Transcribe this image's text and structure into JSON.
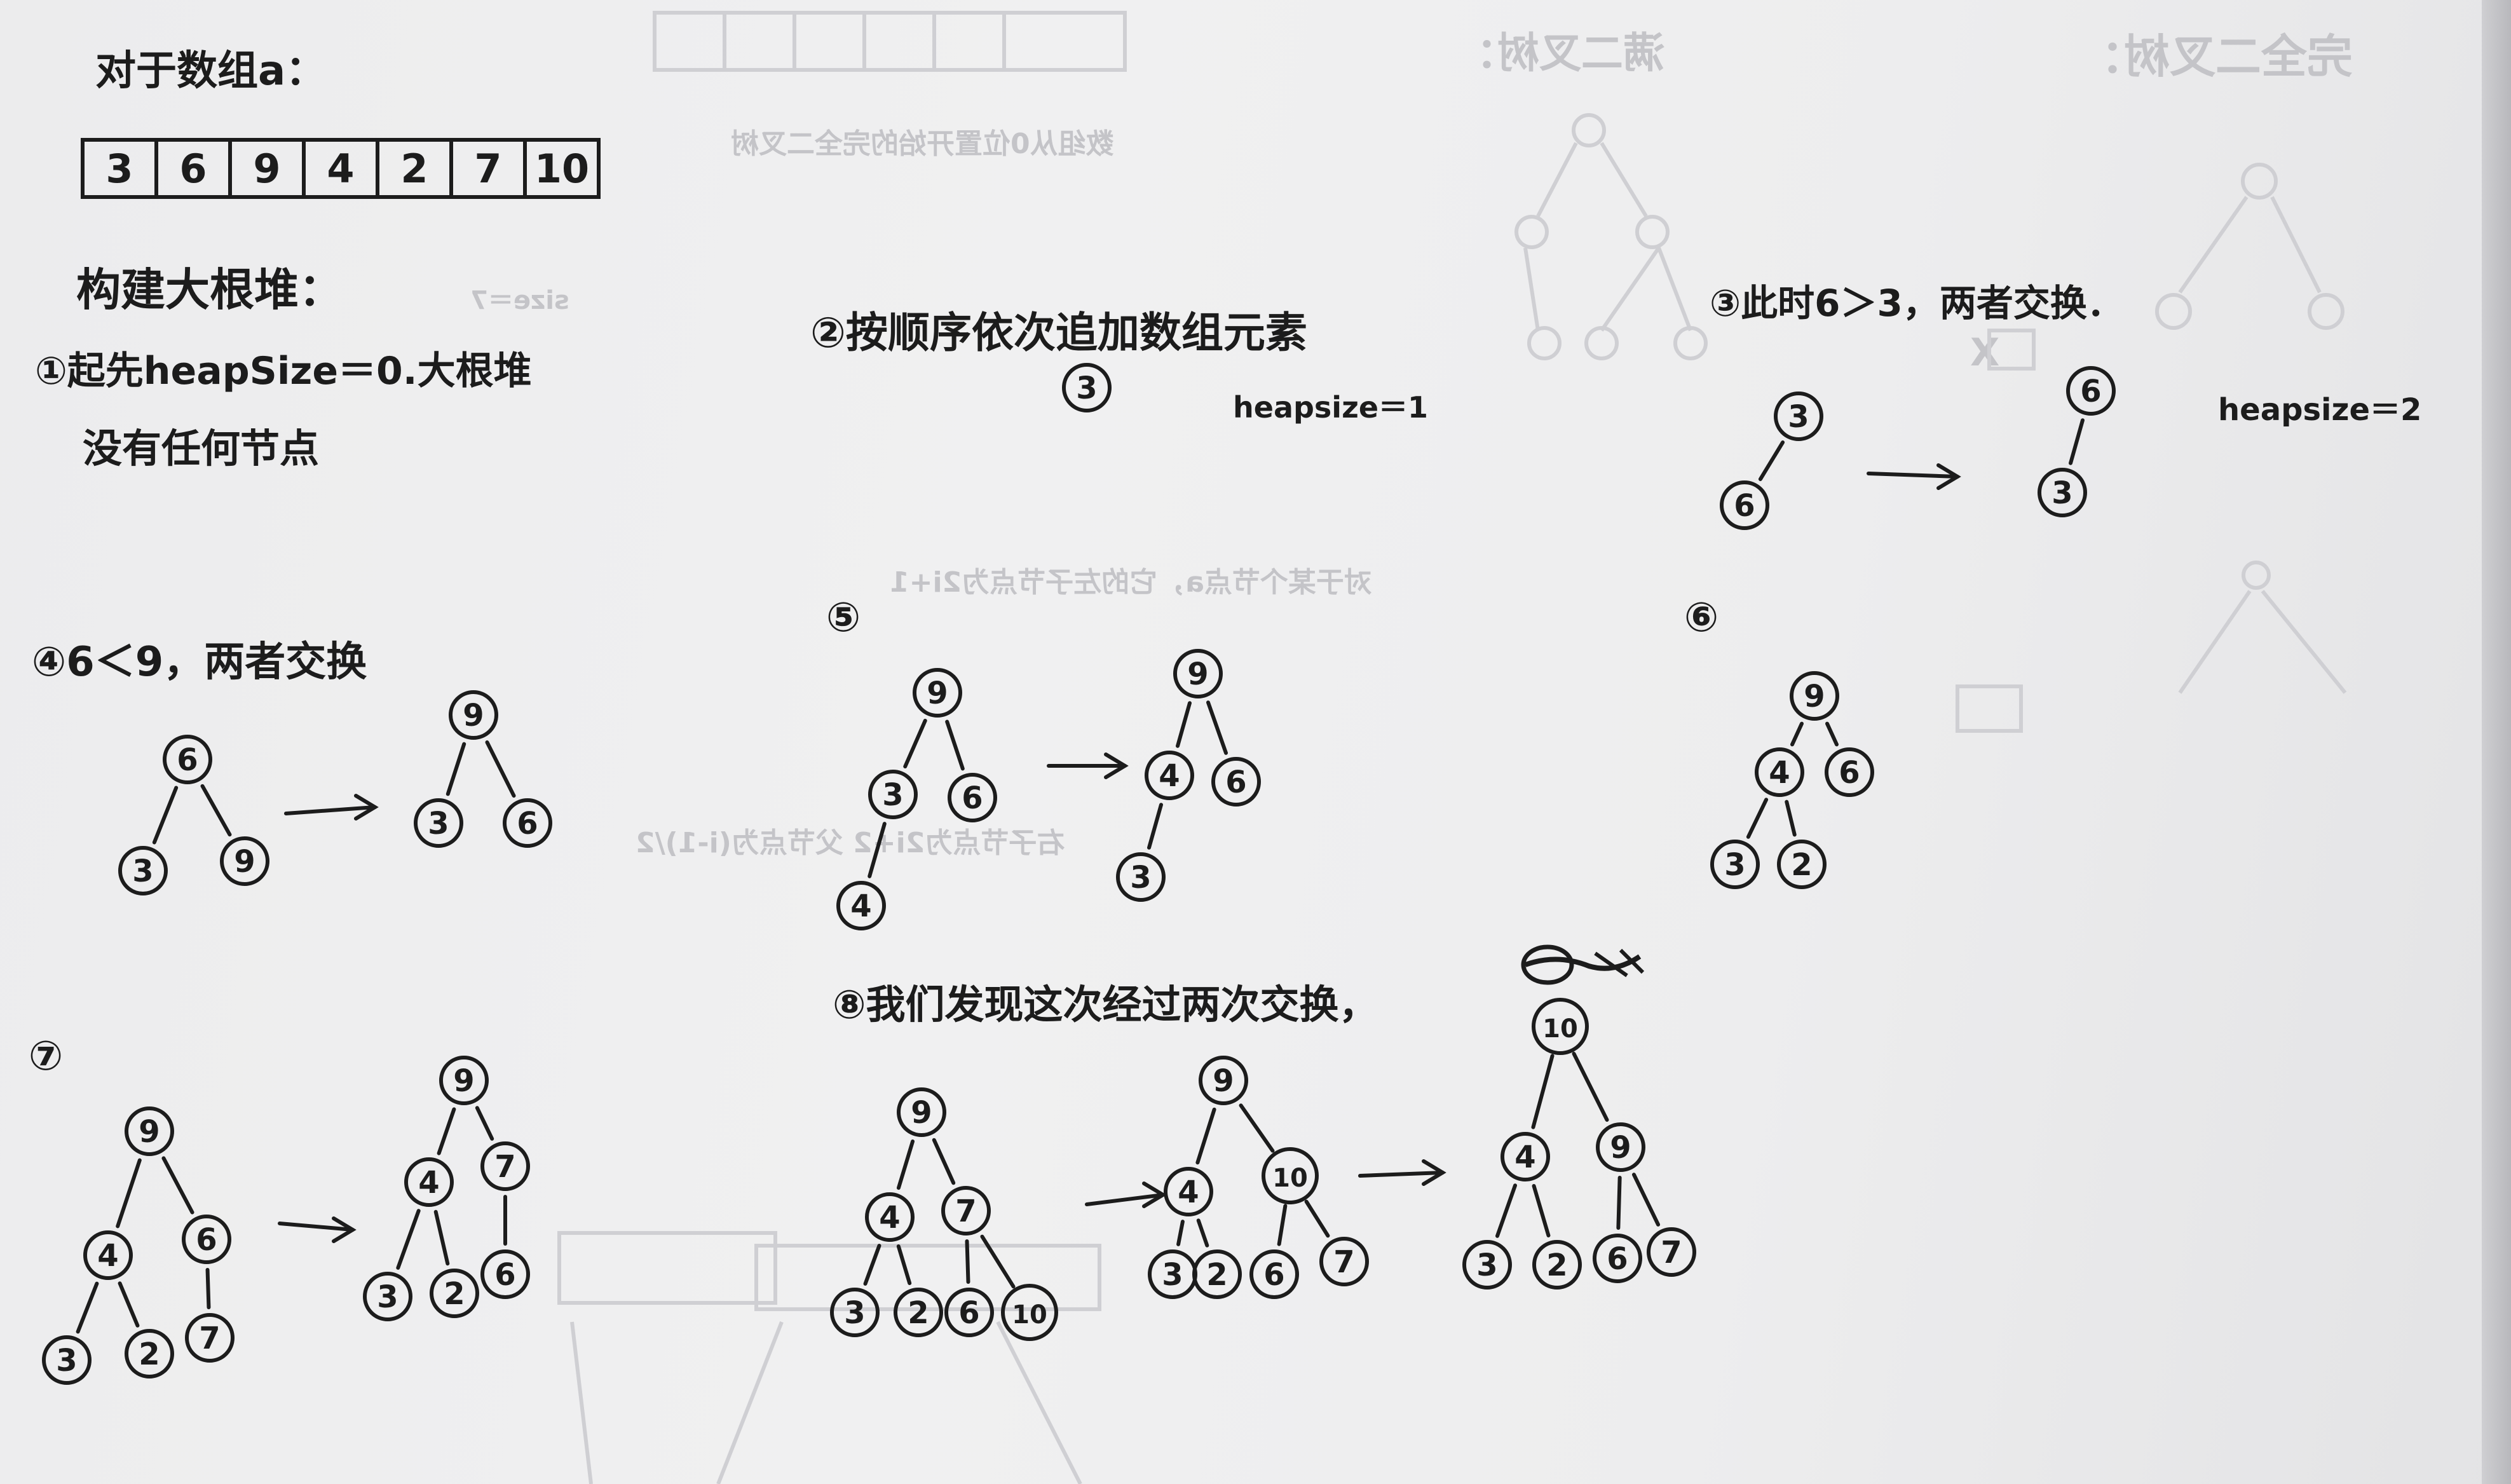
{
  "array_section": {
    "title": "对于数组a：",
    "values": [
      "3",
      "6",
      "9",
      "4",
      "2",
      "7",
      "10"
    ]
  },
  "intro": {
    "heading": "构建大根堆：",
    "line1": "①起先heapSize＝0.大根堆",
    "line2": "没有任何节点"
  },
  "steps": {
    "s2": {
      "caption": "②按顺序依次追加数组元素",
      "size_label": "heapsize＝1"
    },
    "s3": {
      "caption": "③此时6＞3，两者交换．",
      "size_label": "heapsize＝2"
    },
    "s4": {
      "caption": "④6＜9，两者交换"
    },
    "s5": {
      "caption": "⑤"
    },
    "s6": {
      "caption": "⑥"
    },
    "s7": {
      "caption": "⑦"
    },
    "s8": {
      "caption": "⑧我们发现这次经过两次交换，"
    }
  },
  "ghost_text": {
    "top_title": "完全二叉树：",
    "mid_title": "满二叉树：",
    "faint_line": "数组从0位置开始的完全二叉树",
    "size_note": "size＝7",
    "index_note": "对于某个节点a，它的左子节点为2i+1",
    "index_note2": "右子节点为2i+2 父节点为(i-1)/2",
    "x_mark": "X"
  },
  "diagrams": {
    "d2": {
      "nodes": [
        "3"
      ]
    },
    "d3a": {
      "nodes": [
        "3",
        "6"
      ]
    },
    "d3b": {
      "nodes": [
        "6",
        "3"
      ]
    },
    "d4a": {
      "nodes": [
        "6",
        "3",
        "9"
      ]
    },
    "d4b": {
      "nodes": [
        "9",
        "3",
        "6"
      ]
    },
    "d5a": {
      "nodes": [
        "9",
        "3",
        "6",
        "4"
      ]
    },
    "d5b": {
      "nodes": [
        "9",
        "4",
        "6",
        "3"
      ]
    },
    "d6": {
      "nodes": [
        "9",
        "4",
        "6",
        "3",
        "2"
      ]
    },
    "d7a": {
      "nodes": [
        "9",
        "4",
        "6",
        "3",
        "2",
        "7"
      ]
    },
    "d7b": {
      "nodes": [
        "9",
        "4",
        "7",
        "3",
        "2",
        "6"
      ]
    },
    "d8a": {
      "nodes": [
        "9",
        "4",
        "7",
        "3",
        "2",
        "6",
        "10"
      ]
    },
    "d8b": {
      "nodes": [
        "9",
        "4",
        "10",
        "3",
        "2",
        "6",
        "7"
      ]
    },
    "d8c": {
      "nodes": [
        "10",
        "4",
        "9",
        "3",
        "2",
        "6",
        "7"
      ]
    }
  },
  "colors": {
    "ink": "#1c1c1c",
    "ghost": "#c4c4c8",
    "paper": "#eeeeef"
  }
}
